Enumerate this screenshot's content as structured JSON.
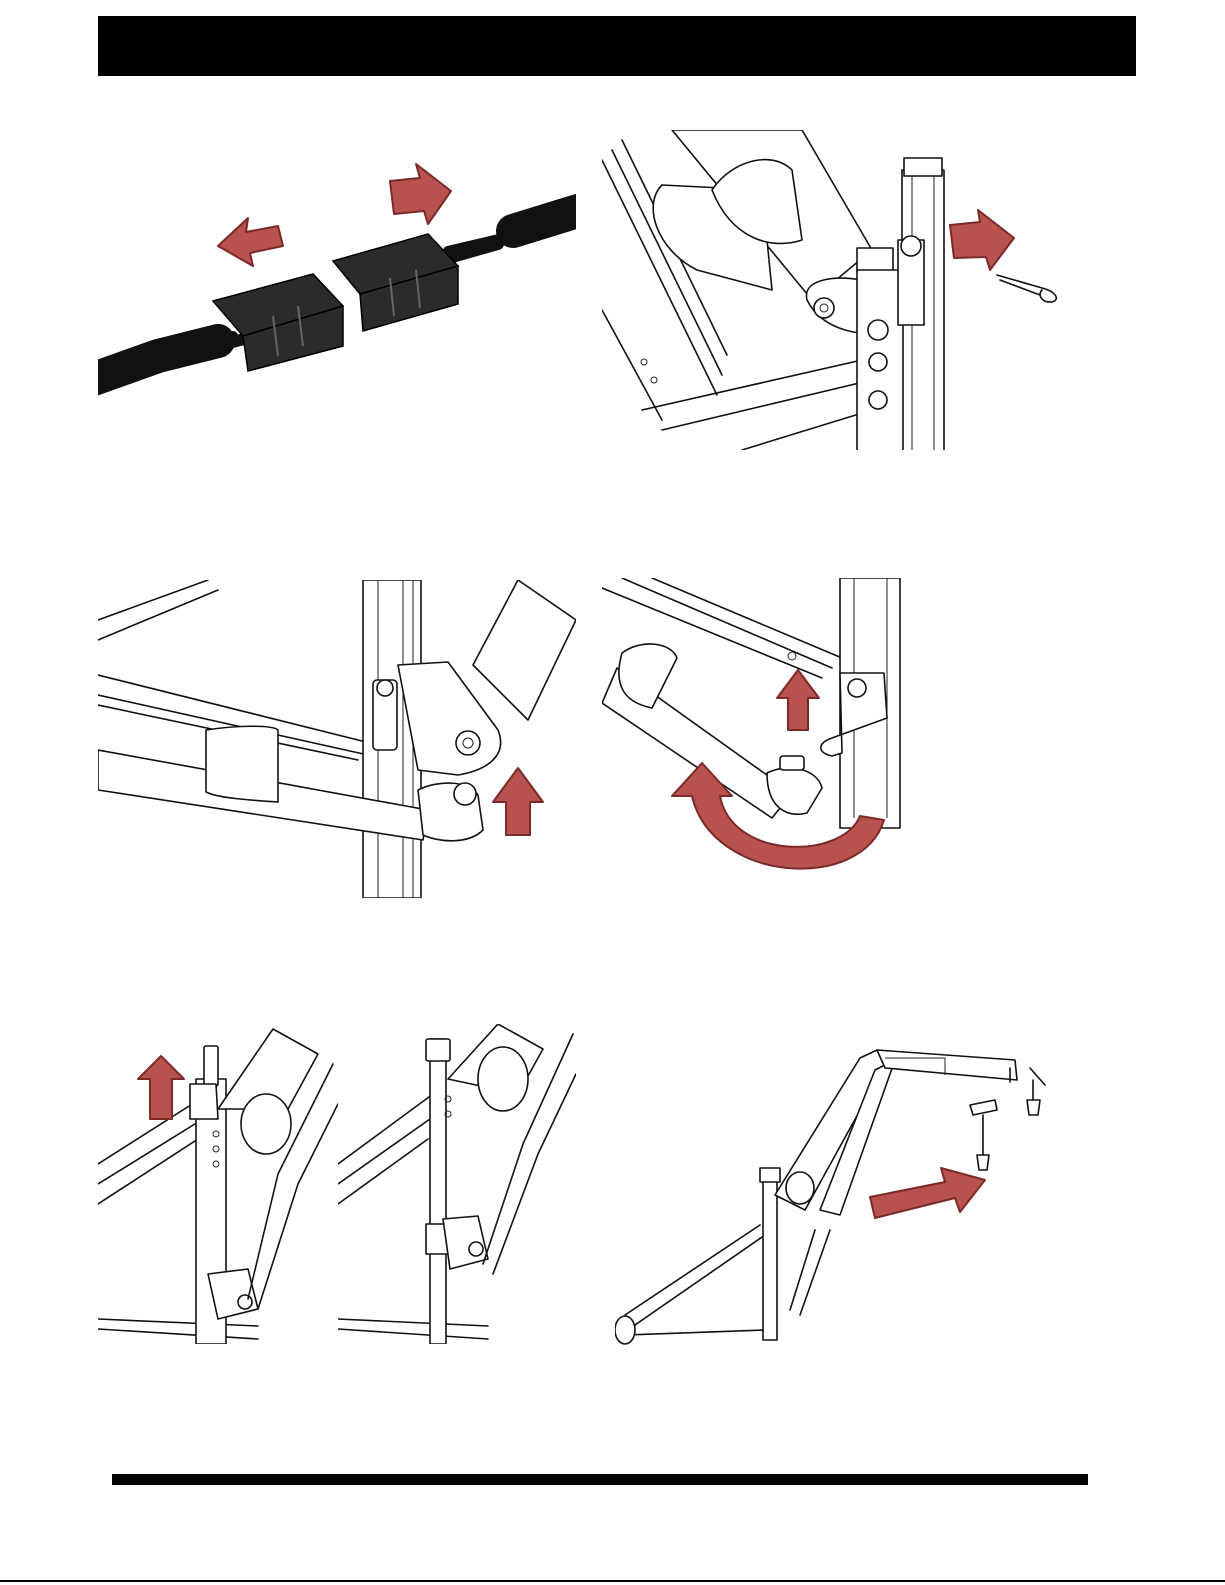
{
  "page": {
    "header_bar_color": "#000000",
    "footer_rule_color": "#000000",
    "arrow_color": "#b8524f"
  },
  "figures": [
    {
      "id": "fig-1",
      "icon": "cable-connector-disconnect",
      "arrows": 2
    },
    {
      "id": "fig-2",
      "icon": "remove-cotter-pin",
      "arrows": 1
    },
    {
      "id": "fig-3",
      "icon": "lift-actuator-pin",
      "arrows": 1
    },
    {
      "id": "fig-4",
      "icon": "rotate-and-lift-actuator",
      "arrows": 2
    },
    {
      "id": "fig-5",
      "icon": "lift-mast-pin",
      "arrows": 1
    },
    {
      "id": "fig-6",
      "icon": "mast-lifted",
      "arrows": 0
    },
    {
      "id": "fig-7",
      "icon": "remove-boom-assembly",
      "arrows": 1
    }
  ]
}
